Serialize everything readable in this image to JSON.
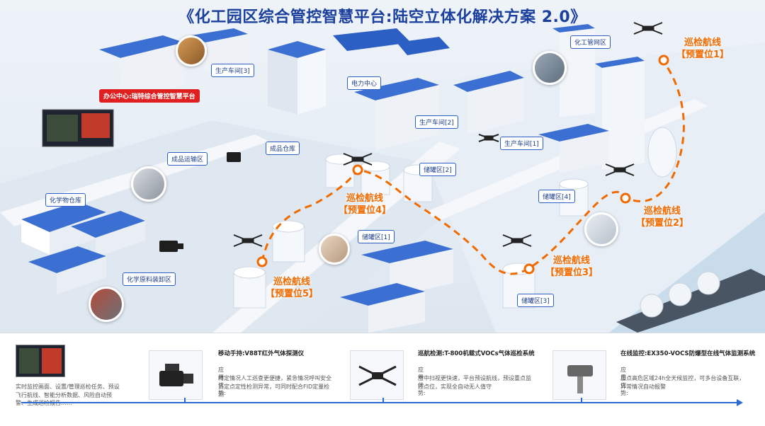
{
  "title": "《化工园区综合管控智慧平台:陆空立体化解决方案 2.0》",
  "colors": {
    "brand_blue": "#1b3f9c",
    "route_orange": "#f06a00",
    "alert_red": "#e02020",
    "timeline_blue": "#2c6ad0"
  },
  "scene": {
    "labels": {
      "chemical_pipe": "化工管网区",
      "production_3": "生产车间[3]",
      "power_center": "电力中心",
      "office_center": "办公中心:瑞特综合管控智慧平台",
      "production_2": "生产车间[2]",
      "production_1": "生产车间[1]",
      "product_transport": "成品运输区",
      "product_warehouse": "成品仓库",
      "tank_area_2": "储罐区[2]",
      "tank_area_4": "储罐区[4]",
      "chem_warehouse": "化学物仓库",
      "tank_area_1": "储罐区[1]",
      "raw_unload": "化学原料装卸区",
      "tank_area_3": "储罐区[3]"
    },
    "routes": [
      {
        "line1": "巡检航线",
        "line2": "【预置位1】"
      },
      {
        "line1": "巡检航线",
        "line2": "【预置位2】"
      },
      {
        "line1": "巡检航线",
        "line2": "【预置位3】"
      },
      {
        "line1": "巡检航线",
        "line2": "【预置位4】"
      },
      {
        "line1": "巡检航线",
        "line2": "【预置位5】"
      }
    ],
    "icons": [
      "drone-icon",
      "camera-icon",
      "tank-icon",
      "factory-icon",
      "ship-icon"
    ]
  },
  "info": {
    "monitor": {
      "text": "实时监控画面、设置/管理巡检任务、预设飞行航线、智能分析数据、风险自动预警、生成巡检报告……"
    },
    "products": [
      {
        "title": "移动手持:V88T红外气体探测仪",
        "adv_label": "应用优势:",
        "adv_text": "特定情况人工巡查更便捷，紧急情况呼叫安全员定点定性检测异常，可同时配合FID定量检测"
      },
      {
        "title": "巡航检测:T-800机载式VOCs气体巡检系统",
        "adv_label": "应用优势:",
        "adv_text": "空中扫视更快速，平台预设航线，预设重点监控点位，实现全自动无人值守"
      },
      {
        "title": "在线监控:EX350-VOCS防爆型在线气体监测系统",
        "adv_label": "应用优势:",
        "adv_text": "重点高危区域24h全天候监控，可多台设备互联，异常情况自动报警"
      }
    ]
  }
}
